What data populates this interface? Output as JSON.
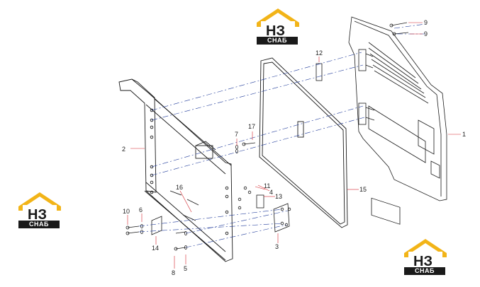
{
  "logo": {
    "letters": "НЗ",
    "caption": "СНАБ",
    "roof_color": "#F2B418",
    "ink_color": "#1A1A1A"
  },
  "callouts": {
    "c1": "1",
    "c2": "2",
    "c3": "3",
    "c4": "4",
    "c5": "5",
    "c6": "6",
    "c7": "7",
    "c8": "8",
    "c9a": "9",
    "c9b": "9",
    "c10": "10",
    "c11": "11",
    "c12": "12",
    "c13": "13",
    "c14": "14",
    "c15": "15",
    "c16": "16",
    "c17": "17"
  },
  "colors": {
    "line": "#1A1A1A",
    "leader": "#D2232A",
    "dashdot": "#1F3A9A"
  }
}
